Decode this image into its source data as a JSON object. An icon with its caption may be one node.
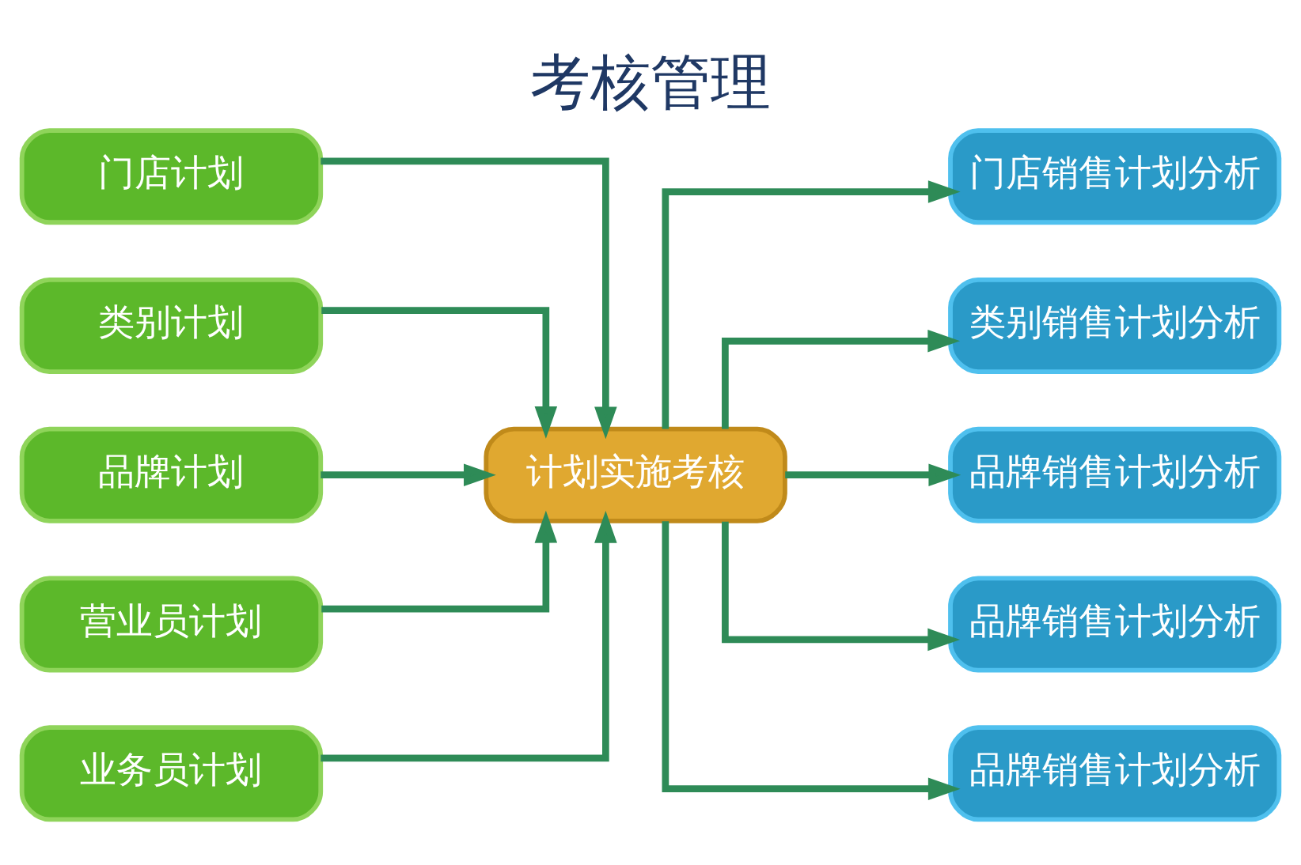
{
  "diagram": {
    "title": "考核管理",
    "nodes": [
      {
        "text": [
          "门店计划"
        ]
      },
      {
        "text": [
          "类别计划"
        ]
      },
      {
        "text": [
          "品牌计划"
        ]
      },
      {
        "text": [
          "营业员计划"
        ]
      },
      {
        "text": [
          "业务员计划"
        ]
      },
      {
        "text": [
          "计划实施考核"
        ]
      },
      {
        "text": [
          "门店销售计划分析"
        ]
      },
      {
        "text": [
          "类别销售计划分析"
        ]
      },
      {
        "text": [
          "品牌销售计划分析"
        ]
      },
      {
        "text": [
          "品牌销售计划分析"
        ]
      },
      {
        "text": [
          "品牌销售计划分析"
        ]
      }
    ],
    "edges": [
      {
        "from": 0,
        "to": 5,
        "arrow": "to"
      },
      {
        "from": 1,
        "to": 5,
        "arrow": "to"
      },
      {
        "from": 2,
        "to": 5,
        "arrow": "to"
      },
      {
        "from": 3,
        "to": 5,
        "arrow": "to"
      },
      {
        "from": 4,
        "to": 5,
        "arrow": "to"
      },
      {
        "from": 5,
        "to": 6,
        "arrow": "to"
      },
      {
        "from": 5,
        "to": 7,
        "arrow": "to"
      },
      {
        "from": 5,
        "to": 8,
        "arrow": "to"
      },
      {
        "from": 5,
        "to": 9,
        "arrow": "to"
      },
      {
        "from": 5,
        "to": 10,
        "arrow": "to"
      }
    ]
  }
}
